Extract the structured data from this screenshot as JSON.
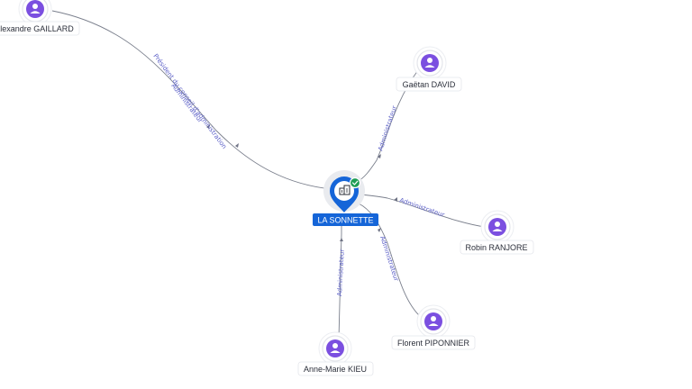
{
  "graph": {
    "company": {
      "name": "LA SONNETTE",
      "icon": "building-icon",
      "status_icon": "check-badge-icon",
      "accent_color": "#1565d8",
      "status_color": "#1f9d55"
    },
    "people": [
      {
        "id": "gaillard",
        "name": "Alexandre GAILLARD",
        "roles": [
          "Président du conseil d'administration",
          "Administrateur"
        ]
      },
      {
        "id": "david",
        "name": "Gaëtan DAVID",
        "roles": [
          "Administrateur"
        ]
      },
      {
        "id": "ranjore",
        "name": "Robin RANJORE",
        "roles": [
          "Administrateur"
        ]
      },
      {
        "id": "piponnier",
        "name": "Florent PIPONNIER",
        "roles": [
          "Administrateur"
        ]
      },
      {
        "id": "kieu",
        "name": "Anne-Marie KIEU",
        "roles": [
          "Administrateur"
        ]
      }
    ],
    "person_icon": "person-icon",
    "person_color": "#7b4fe0"
  }
}
